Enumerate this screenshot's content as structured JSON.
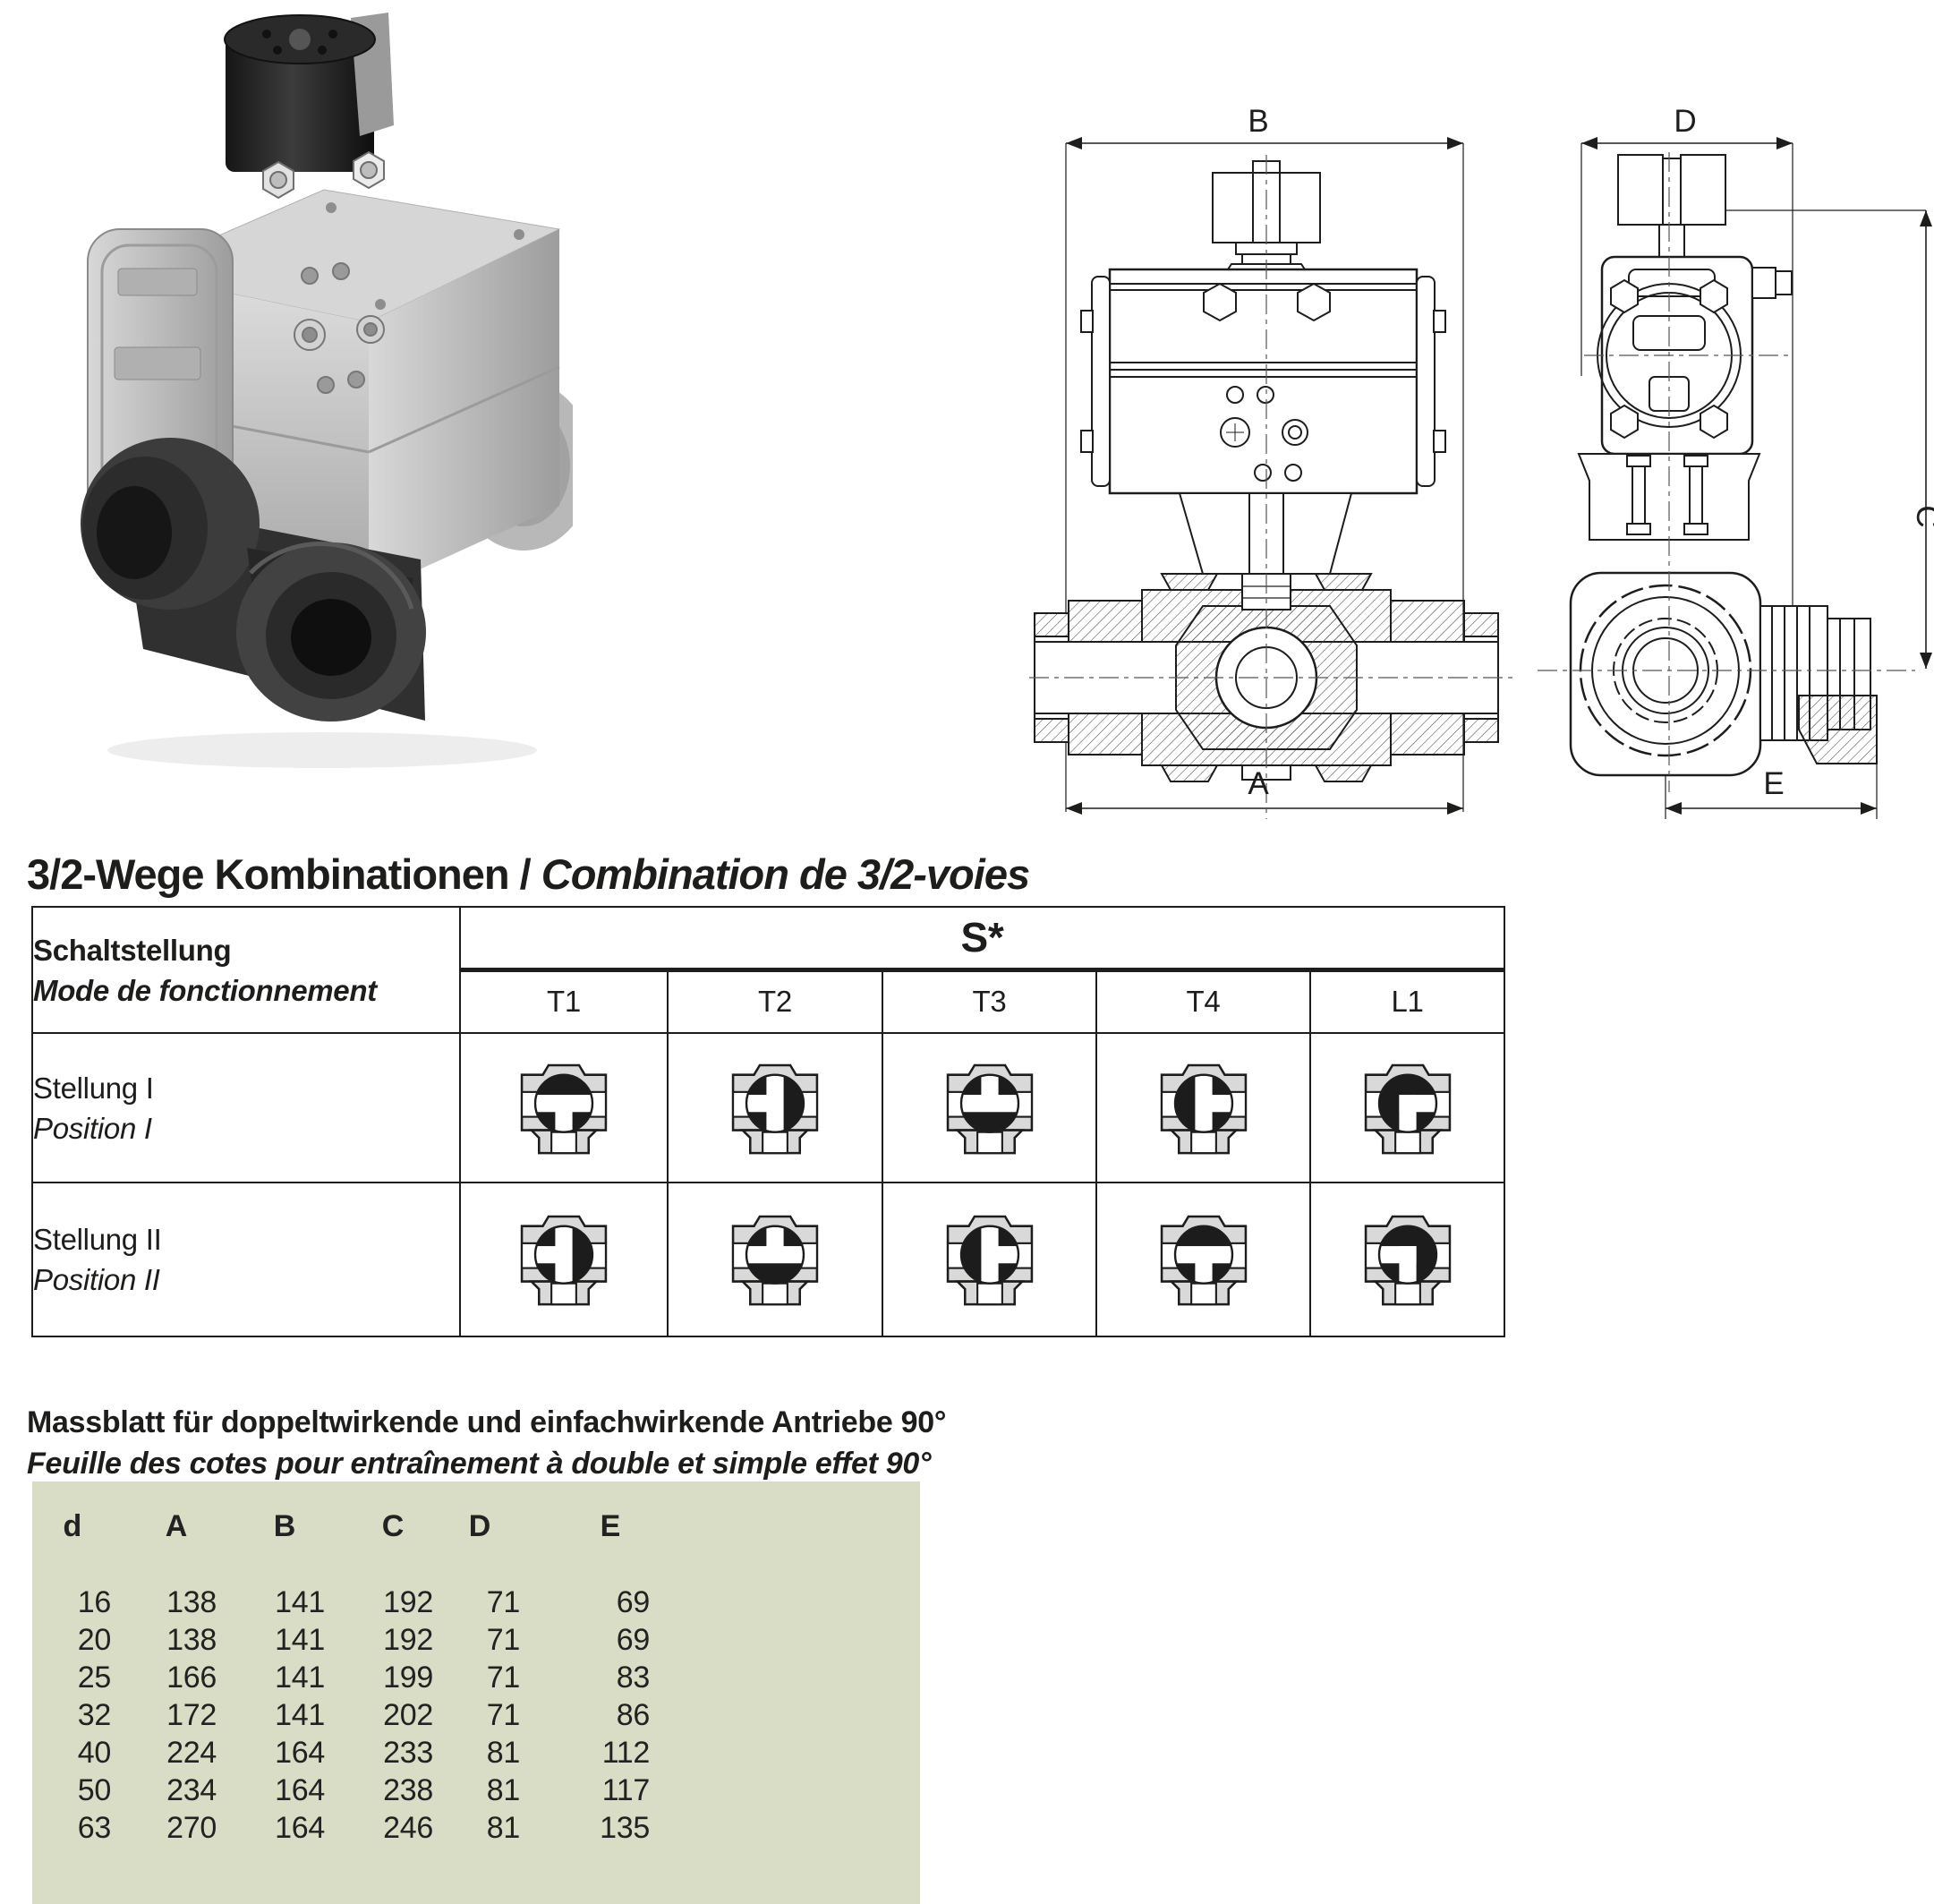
{
  "heading": {
    "de": "3/2-Wege Kombinationen",
    "sep": " / ",
    "fr": "Combination de 3/2-voies"
  },
  "dims_heading": {
    "de": "Massblatt für doppeltwirkende und  einfachwirkende Antriebe 90°",
    "fr": "Feuille des cotes pour entraînement à double et simple effet 90°"
  },
  "positions_table": {
    "row_header": {
      "de": "Schaltstellung",
      "fr": "Mode de fonctionnement"
    },
    "group_header": "S*",
    "columns": [
      "T1",
      "T2",
      "T3",
      "T4",
      "L1"
    ],
    "rows": [
      {
        "de": "Stellung I",
        "fr": "Position I",
        "icons": [
          {
            "type": "T",
            "rot": 0
          },
          {
            "type": "T",
            "rot": 90
          },
          {
            "type": "T",
            "rot": 180
          },
          {
            "type": "T",
            "rot": 270
          },
          {
            "type": "L",
            "rot": 0
          }
        ]
      },
      {
        "de": "Stellung II",
        "fr": "Position II",
        "icons": [
          {
            "type": "T",
            "rot": 90
          },
          {
            "type": "T",
            "rot": 180
          },
          {
            "type": "T",
            "rot": 270
          },
          {
            "type": "T",
            "rot": 0
          },
          {
            "type": "L",
            "rot": 90
          }
        ]
      }
    ]
  },
  "dims_table": {
    "panel_color": "#d9ddc6",
    "columns": [
      "d",
      "A",
      "B",
      "C",
      "D",
      "E"
    ],
    "rows": [
      [
        16,
        138,
        141,
        192,
        71,
        69
      ],
      [
        20,
        138,
        141,
        192,
        71,
        69
      ],
      [
        25,
        166,
        141,
        199,
        71,
        83
      ],
      [
        32,
        172,
        141,
        202,
        71,
        86
      ],
      [
        40,
        224,
        164,
        233,
        81,
        112
      ],
      [
        50,
        234,
        164,
        238,
        81,
        117
      ],
      [
        63,
        270,
        164,
        246,
        81,
        135
      ]
    ]
  },
  "drawings": {
    "front": {
      "width_top": "B",
      "width_bottom": "A"
    },
    "side": {
      "width_top": "D",
      "height_right": "C",
      "width_bottom": "E"
    }
  },
  "icon_colors": {
    "body_gray": "#d9d9d9",
    "ball_black": "#1c1c1c",
    "line": "#1d1d1b"
  }
}
